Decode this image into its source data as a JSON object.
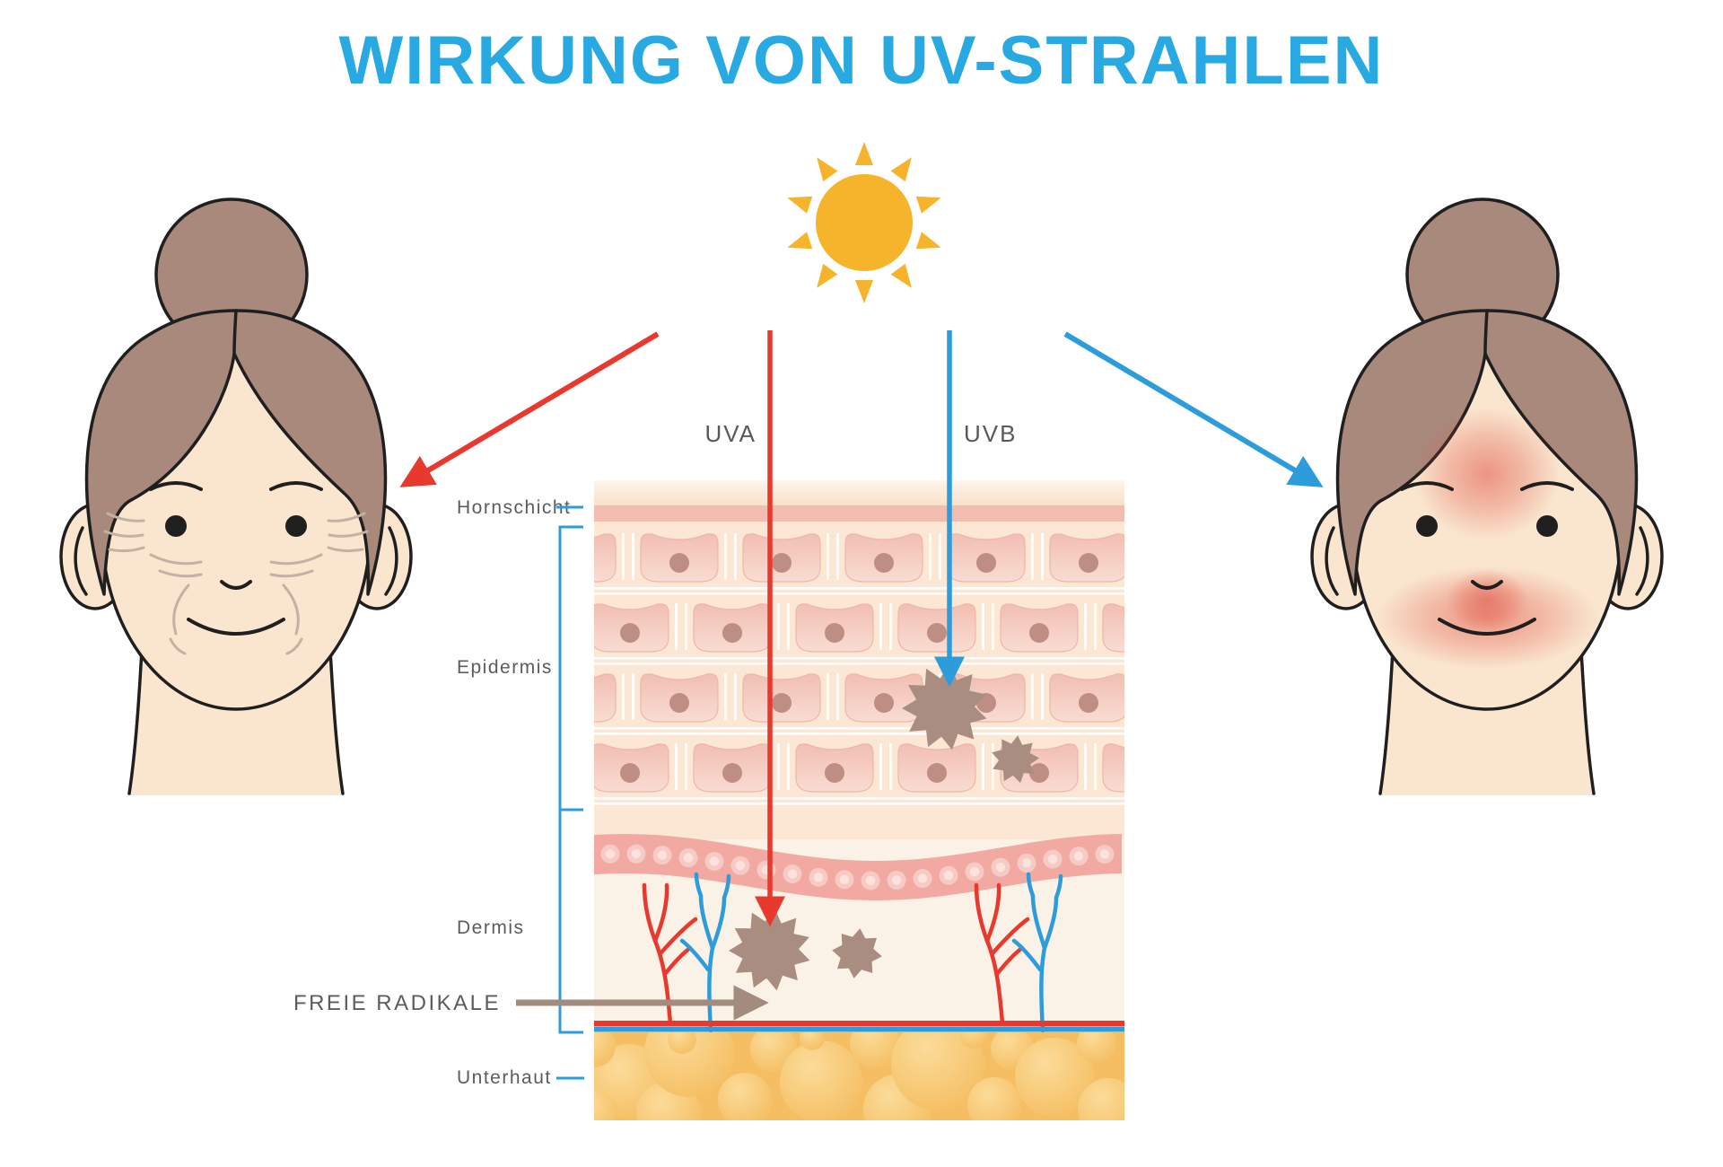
{
  "title": {
    "text": "WIRKUNG VON UV-STRAHLEN"
  },
  "sun": {
    "icon": "sun-icon"
  },
  "uv_rays": {
    "uva": {
      "label": "UVA"
    },
    "uvb": {
      "label": "UVB"
    }
  },
  "skin_diagram": {
    "layers": {
      "hornschicht": {
        "label": "Hornschicht"
      },
      "epidermis": {
        "label": "Epidermis"
      },
      "dermis": {
        "label": "Dermis"
      },
      "unterhaut": {
        "label": "Unterhaut"
      }
    },
    "annotations": {
      "freie_radikale": {
        "label": "FREIE RADIKALE"
      }
    }
  },
  "colors": {
    "accent_blue": "#29A9E1",
    "ray_red": "#E8392F",
    "ray_blue": "#2D9CDB",
    "label_gray": "#5C5C5E",
    "radical_brown": "#A98D80",
    "arrow_brown": "#A38B7E",
    "sun_yellow": "#F6B42C",
    "hair_brown": "#A8897C",
    "skin_tone": "#FAE6CF",
    "hornschicht_band": "#F3BCB1",
    "epidermis_bg": "#FBE7D4",
    "cell_pink": "#F2BEB2",
    "nucleus": "#BE8D83",
    "basal_band": "#F1A9A1",
    "dermis_bg": "#FAF2E7",
    "fat_yellow": "#F5BE62",
    "redness": "#E05243"
  }
}
